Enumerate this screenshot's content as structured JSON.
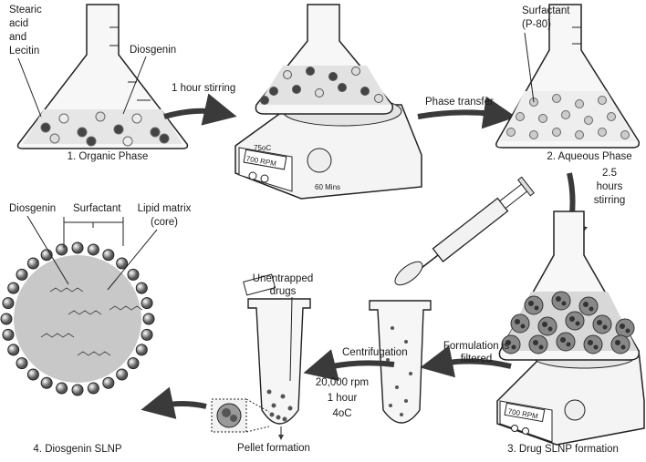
{
  "step1": {
    "caption": "1. Organic Phase",
    "label_lipids": [
      "Stearic",
      "acid",
      "and",
      "Lecitin"
    ],
    "label_drug": "Diosgenin"
  },
  "arrow1": {
    "label": "1 hour stirring"
  },
  "stirrer1": {
    "temp": "75oC",
    "speed": "700 RPM",
    "time": "60 Mins"
  },
  "arrow2": {
    "label": "Phase transfer"
  },
  "step2": {
    "caption": "2. Aqueous Phase",
    "label_surfactant": [
      "Surfactant",
      "(P-80)"
    ]
  },
  "arrow3": {
    "label": [
      "2.5",
      "hours",
      "stirring"
    ]
  },
  "step3": {
    "caption": "3. Drug SLNP formation",
    "speed": "700 RPM"
  },
  "arrow4": {
    "label": [
      "Formulation is",
      "filtered"
    ]
  },
  "centrifuge": {
    "title": "Centrifugation",
    "params": [
      "20,000 rpm",
      "1 hour",
      "4oC"
    ]
  },
  "tube": {
    "label_unentrapped": [
      "Unentrapped",
      "drugs"
    ],
    "caption": "Pellet formation"
  },
  "step4": {
    "caption": "4. Diosgenin SLNP",
    "label_drug": "Diosgenin",
    "label_surfactant": "Surfactant",
    "label_core": [
      "Lipid matrix",
      "(core)"
    ]
  },
  "colors": {
    "arrow": "#3a3a3a",
    "core": "#c8c8c8",
    "outline": "#222222"
  }
}
